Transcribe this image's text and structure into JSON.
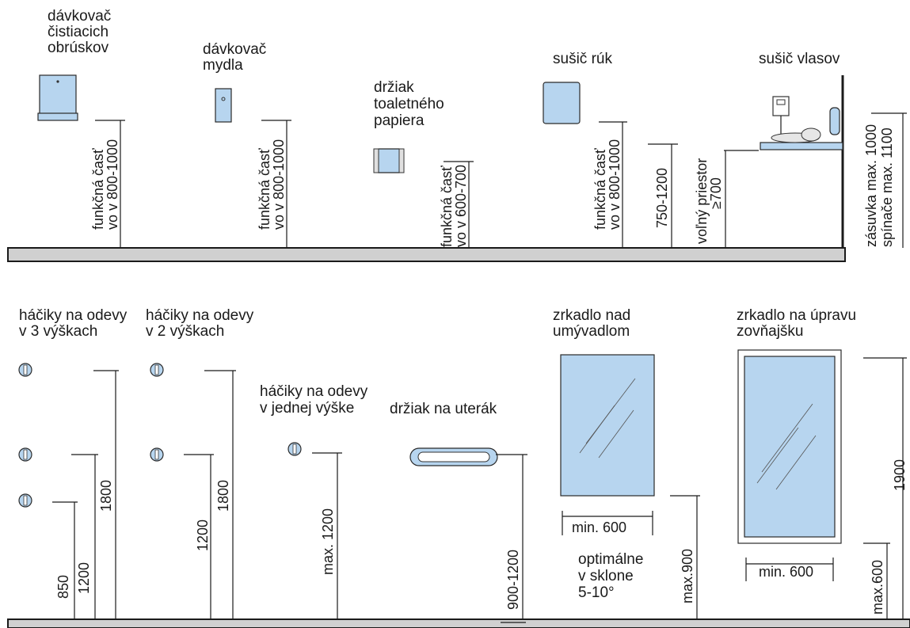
{
  "colors": {
    "fixture_fill": "#b7d5ef",
    "floor_fill": "#d0d0d0",
    "line": "#1a1a1a"
  },
  "top_row": {
    "wipes_dispenser": {
      "label_lines": [
        "dávkovač",
        "čistiacich",
        "obrúskov"
      ],
      "dim_lines": [
        "funkčná časť",
        "vo v 800-1000"
      ]
    },
    "soap_dispenser": {
      "label_lines": [
        "dávkovač",
        "mydla"
      ],
      "dim_lines": [
        "funkčná časť",
        "vo v 800-1000"
      ]
    },
    "toilet_paper_holder": {
      "label_lines": [
        "držiak",
        "toaletného",
        "papiera"
      ],
      "dim_lines": [
        "funkčná časť",
        "vo v 600-700"
      ]
    },
    "hand_dryer": {
      "label_lines": [
        "sušič rúk"
      ],
      "dim_lines": [
        "funkčná časť",
        "vo v 800-1000"
      ]
    },
    "hair_dryer": {
      "label_lines": [
        "sušič vlasov"
      ],
      "dim_a": "750-1200",
      "dim_b_lines": [
        "voľný priestor",
        "≥700"
      ],
      "dim_c_lines": [
        "zásuvka max. 1000",
        "spínače max. 1100"
      ]
    }
  },
  "bottom_row": {
    "hooks_three": {
      "label_lines": [
        "háčiky na odevy",
        "v 3 výškach"
      ],
      "dims": [
        "850",
        "1200",
        "1800"
      ]
    },
    "hooks_two": {
      "label_lines": [
        "háčiky na odevy",
        "v 2 výškach"
      ],
      "dims": [
        "1200",
        "1800"
      ]
    },
    "hooks_one": {
      "label_lines": [
        "háčiky na odevy",
        "v jednej výške"
      ],
      "dim": "max. 1200"
    },
    "towel_holder": {
      "label_lines": [
        "držiak na uterák"
      ],
      "dim": "900-1200"
    },
    "mirror_sink": {
      "label_lines": [
        "zrkadlo nad",
        "umývadlom"
      ],
      "width": "min. 600",
      "height": "max.900",
      "note_lines": [
        "optimálne",
        "v sklone",
        "5-10°"
      ]
    },
    "mirror_grooming": {
      "label_lines": [
        "zrkadlo na úpravu",
        "zovňajšku"
      ],
      "width": "min. 600",
      "height_top": "1900",
      "height_bottom": "max.600"
    }
  }
}
